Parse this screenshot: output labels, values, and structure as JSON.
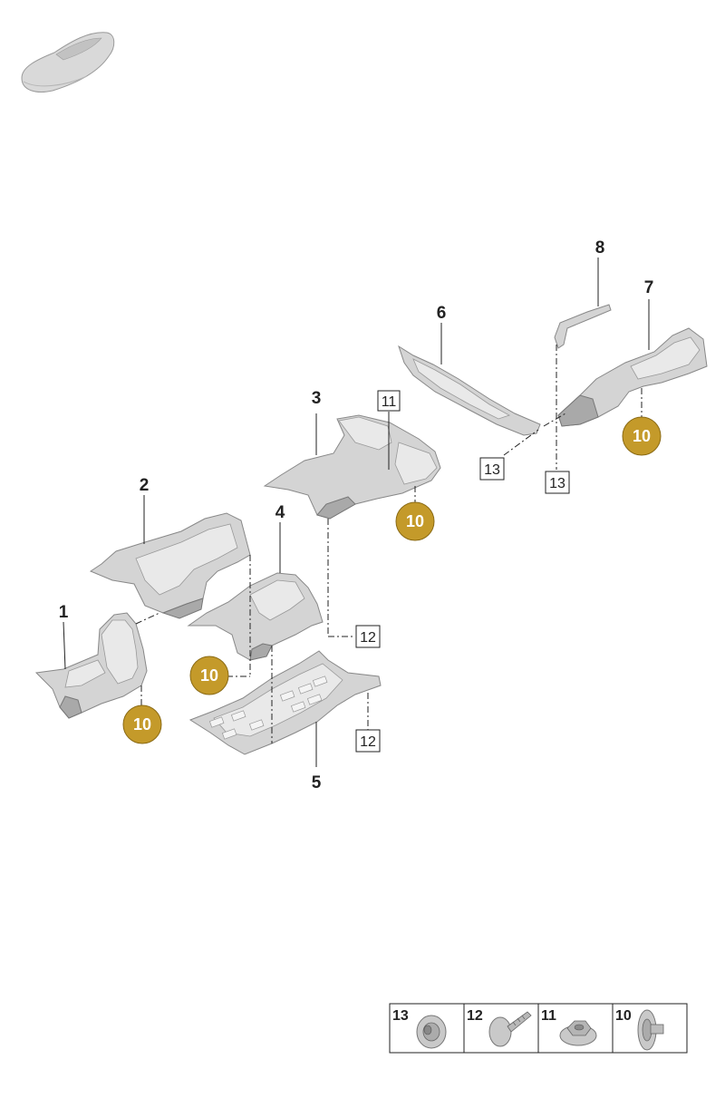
{
  "colors": {
    "badge_fill": "#c49a2a",
    "badge_stroke": "#8a6a14",
    "part_gray": "#d4d4d4",
    "line": "#222222"
  },
  "icons": {
    "vehicle": "car-silhouette-icon"
  },
  "parts": {
    "p1": "1",
    "p2": "2",
    "p3": "3",
    "p4": "4",
    "p5": "5",
    "p6": "6",
    "p7": "7",
    "p8": "8"
  },
  "callouts": {
    "boxed_11": "11",
    "boxed_12a": "12",
    "boxed_12b": "12",
    "boxed_13a": "13",
    "boxed_13b": "13",
    "badge_a": "10",
    "badge_b": "10",
    "badge_c": "10",
    "badge_d": "10"
  },
  "legend": {
    "items": [
      {
        "label": "13",
        "icon": "flange-nut-icon"
      },
      {
        "label": "12",
        "icon": "screw-icon"
      },
      {
        "label": "11",
        "icon": "hex-nut-icon"
      },
      {
        "label": "10",
        "icon": "clip-nut-icon"
      }
    ]
  }
}
